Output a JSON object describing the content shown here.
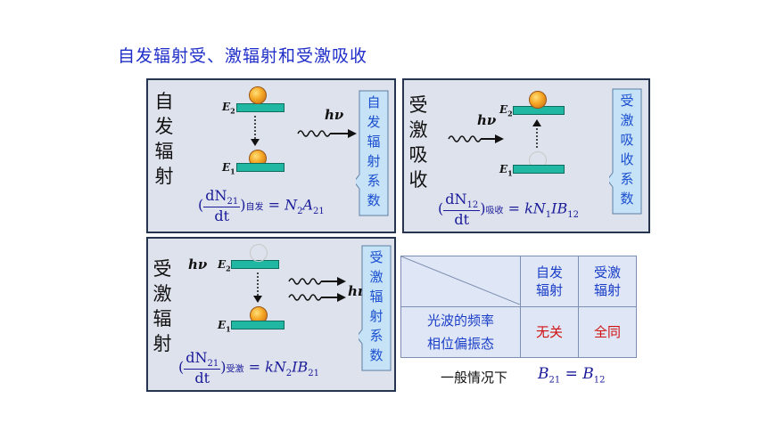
{
  "title": "自发辐射受、激辐射和受激吸收",
  "panels": {
    "spontaneous": {
      "label": [
        "自",
        "发",
        "辐",
        "射"
      ],
      "callout": [
        "自",
        "发",
        "辐",
        "射",
        "系",
        "数"
      ],
      "hv": "hν",
      "E2": "E",
      "E2_sub": "2",
      "E1": "E",
      "E1_sub": "1",
      "formula": {
        "num": "dN",
        "num_sub": "21",
        "den": "dt",
        "tag": "自发",
        "rhs": "= N",
        "rhs_sub": "2",
        "rhs2": "A",
        "rhs2_sub": "21"
      }
    },
    "absorption": {
      "label": [
        "受",
        "激",
        "吸",
        "收"
      ],
      "callout": [
        "受",
        "激",
        "吸",
        "收",
        "系",
        "数"
      ],
      "hv": "hν",
      "E2": "E",
      "E2_sub": "2",
      "E1": "E",
      "E1_sub": "1",
      "formula": {
        "num": "dN",
        "num_sub": "12",
        "den": "dt",
        "tag": "吸收",
        "rhs": "= kN",
        "rhs_sub": "1",
        "rhs2": "IB",
        "rhs2_sub": "12"
      }
    },
    "stimulated": {
      "label": [
        "受",
        "激",
        "辐",
        "射"
      ],
      "callout": [
        "受",
        "激",
        "辐",
        "射",
        "系",
        "数"
      ],
      "hv_left": "hν",
      "hv_right": "hν",
      "E2": "E",
      "E2_sub": "2",
      "E1": "E",
      "E1_sub": "1",
      "formula": {
        "num": "dN",
        "num_sub": "21",
        "den": "dt",
        "tag": "受激",
        "rhs": "= kN",
        "rhs_sub": "2",
        "rhs2": "IB",
        "rhs2_sub": "21"
      }
    }
  },
  "table": {
    "col1": [
      "自发",
      "辐射"
    ],
    "col2": [
      "受激",
      "辐射"
    ],
    "row_label": [
      "光波的频率",
      "相位偏振态"
    ],
    "val1": "无关",
    "val2": "全同"
  },
  "footnote": "一般情况下",
  "footformula": {
    "a": "B",
    "a_sub": "21",
    "eq": " = ",
    "b": "B",
    "b_sub": "12"
  },
  "colors": {
    "accent": "#1f2ec8",
    "panel_bg": "#dde2ec",
    "level": "#20b8a2",
    "highlight": "#d01010"
  }
}
